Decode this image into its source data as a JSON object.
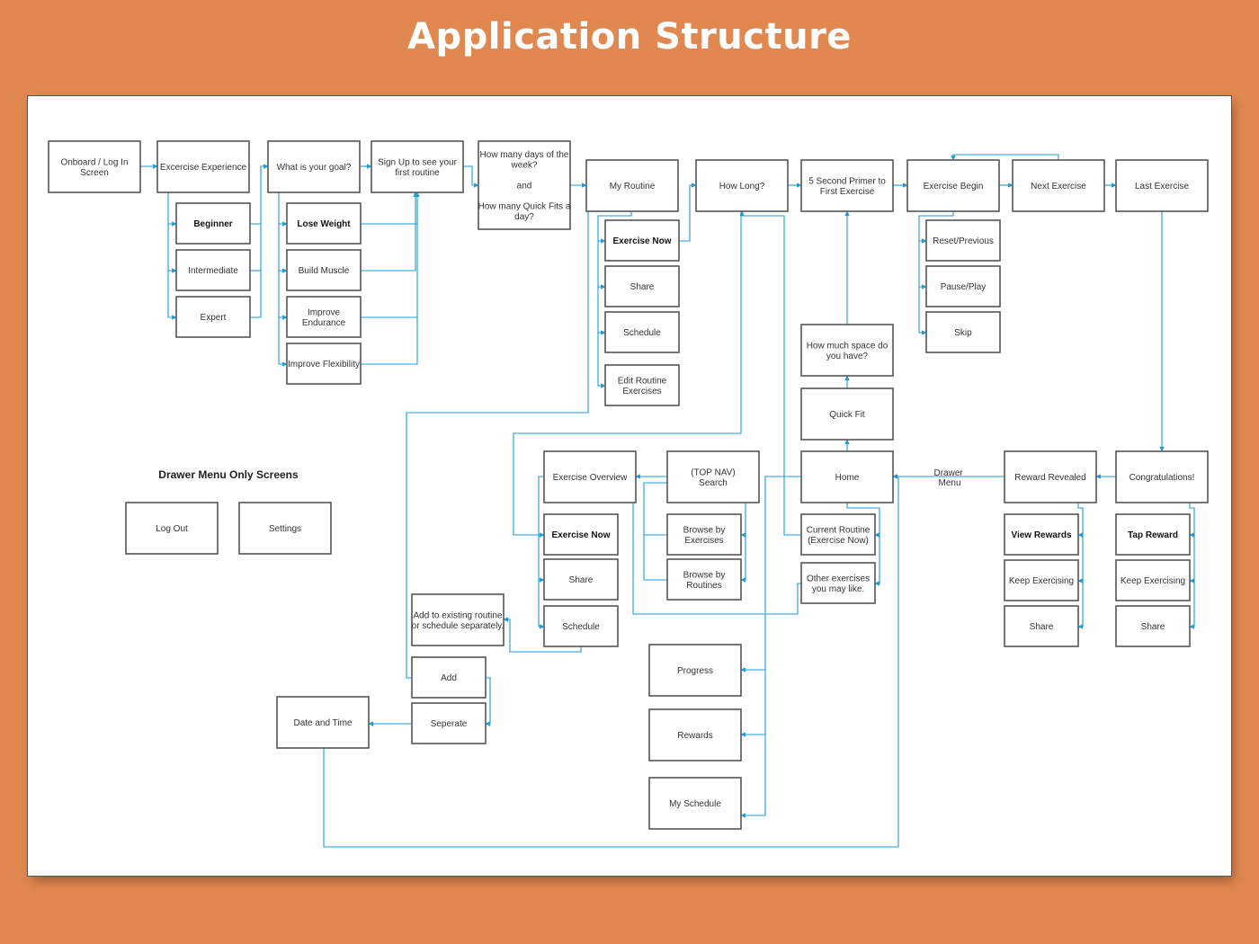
{
  "title": "Application Structure",
  "colors": {
    "background": "#e08850",
    "connector": "#1f9bd1",
    "canvas": "#ffffff"
  },
  "section_heading": "Drawer Menu Only Screens",
  "nodes": {
    "onboard": [
      "Onboard / Log In",
      "Screen"
    ],
    "exp": [
      "Excercise Experience"
    ],
    "beginner": [
      "Beginner"
    ],
    "intermediate": [
      "Intermediate"
    ],
    "expert": [
      "Expert"
    ],
    "goal": [
      "What is your goal?"
    ],
    "lose": [
      "Lose Weight"
    ],
    "muscle": [
      "Build Muscle"
    ],
    "endurance": [
      "Improve",
      "Endurance"
    ],
    "flex": [
      "Improve Flexibility"
    ],
    "signup": [
      "Sign Up to see your",
      "first routine"
    ],
    "days": [
      "How many days of the",
      "week?",
      "",
      "and",
      "",
      "How many Quick Fits a",
      "day?"
    ],
    "myroutine": [
      "My Routine"
    ],
    "exnow1": [
      "Exercise Now"
    ],
    "share1": [
      "Share"
    ],
    "schedule1": [
      "Schedule"
    ],
    "editroutine": [
      "Edit Routine",
      "Exercises"
    ],
    "howlong": [
      "How Long?"
    ],
    "primer": [
      "5 Second Primer to",
      "First Exercise"
    ],
    "exbegin": [
      "Exercise Begin"
    ],
    "reset": [
      "Reset/Previous"
    ],
    "pause": [
      "Pause/Play"
    ],
    "skip": [
      "Skip"
    ],
    "nextex": [
      "Next Exercise"
    ],
    "lastex": [
      "Last Exercise"
    ],
    "space": [
      "How much space do",
      "you have?"
    ],
    "quickfit": [
      "Quick Fit"
    ],
    "home": [
      "Home"
    ],
    "currentroutine": [
      "Current Routine",
      "(Exercise Now)"
    ],
    "other": [
      "Other exercises",
      "you may like."
    ],
    "topnav": [
      "(TOP NAV)",
      "Search"
    ],
    "browseex": [
      "Browse by",
      "Exercises"
    ],
    "browseroutines": [
      "Browse by",
      "Routines"
    ],
    "overview": [
      "Exercise Overview"
    ],
    "exnow2": [
      "Exercise Now"
    ],
    "share2": [
      "Share"
    ],
    "schedule2": [
      "Schedule"
    ],
    "addexisting": [
      "Add to existing routine",
      "or schedule separately."
    ],
    "add": [
      "Add"
    ],
    "seperate": [
      "Seperate"
    ],
    "datetime": [
      "Date and Time"
    ],
    "progress": [
      "Progress"
    ],
    "rewards": [
      "Rewards"
    ],
    "myschedule": [
      "My Schedule"
    ],
    "rewardrevealed": [
      "Reward Revealed"
    ],
    "viewrewards": [
      "View Rewards"
    ],
    "keep1": [
      "Keep Exercising"
    ],
    "share3": [
      "Share"
    ],
    "congrats": [
      "Congratulations!"
    ],
    "tapreward": [
      "Tap Reward"
    ],
    "keep2": [
      "Keep Exercising"
    ],
    "share4": [
      "Share"
    ],
    "logout": [
      "Log Out"
    ],
    "settings": [
      "Settings"
    ]
  },
  "drawer_menu_label": [
    "Drawer",
    "Menu"
  ]
}
